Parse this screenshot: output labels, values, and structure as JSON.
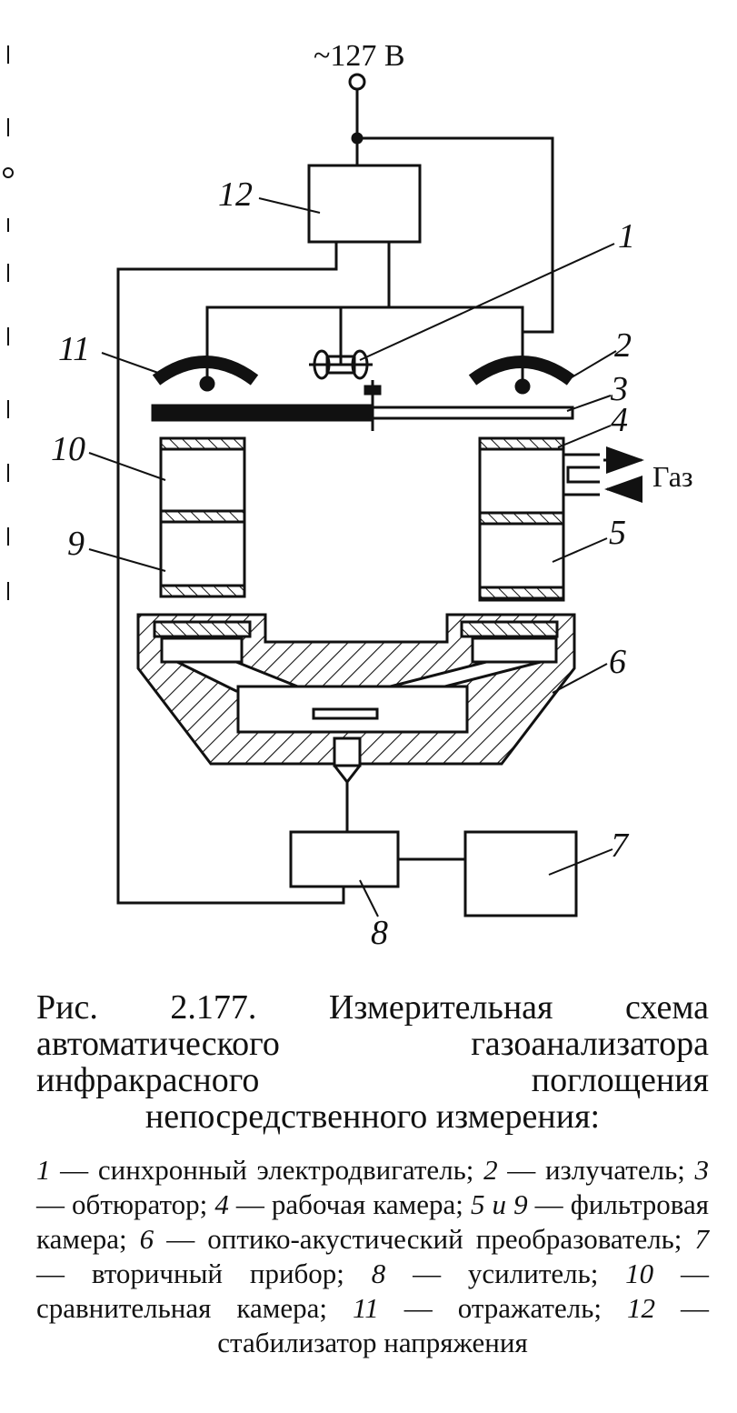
{
  "diagram": {
    "supply_label": "~127 В",
    "gas_label": "Газ",
    "labels": {
      "l1": "1",
      "l2": "2",
      "l3": "3",
      "l4": "4",
      "l5": "5",
      "l6": "6",
      "l7": "7",
      "l8": "8",
      "l9": "9",
      "l10": "10",
      "l11": "11",
      "l12": "12"
    }
  },
  "caption": {
    "title": "Рис. 2.177. Измерительная схема автоматического газоанализатора инфракрасного поглощения непосредственного измерения:",
    "legend": [
      {
        "num": "1",
        "text": "синхронный электродвигатель;"
      },
      {
        "num": "2",
        "text": "излучатель;"
      },
      {
        "num": "3",
        "text": "обтюратор;"
      },
      {
        "num": "4",
        "text": "рабочая камера;"
      },
      {
        "num": "5 и 9",
        "text": "фильтровая камера;"
      },
      {
        "num": "6",
        "text": "оптико-акустический преобразователь;"
      },
      {
        "num": "7",
        "text": "вторичный прибор;"
      },
      {
        "num": "8",
        "text": "усилитель;"
      },
      {
        "num": "10",
        "text": "сравнительная камера;"
      },
      {
        "num": "11",
        "text": "отражатель;"
      },
      {
        "num": "12",
        "text": "стабилизатор напряжения"
      }
    ]
  },
  "colors": {
    "ink": "#111111",
    "paper": "#ffffff"
  }
}
